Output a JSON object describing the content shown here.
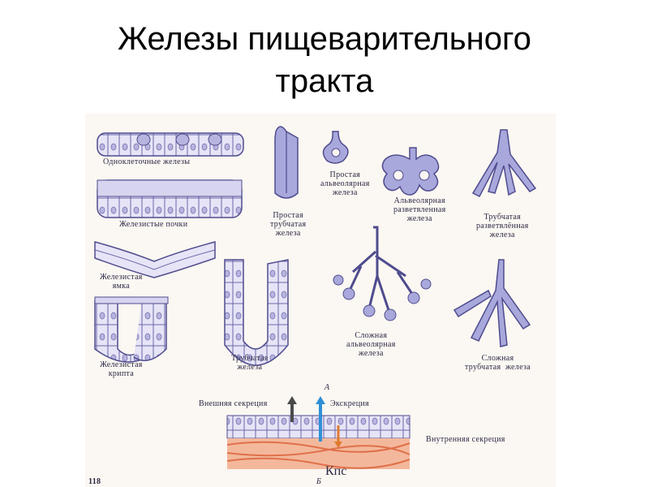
{
  "slide": {
    "title_line1": "Железы пищеварительного",
    "title_line2": "тракта"
  },
  "figure": {
    "labels": {
      "unicellular": "Одноклеточные железы",
      "glandular_buds": "Железистые почки",
      "glandular_pit": "Железистая\nямка",
      "glandular_crypt": "Железистая\nкрипта",
      "simple_tubular": "Простая\nтрубчатая\nжелеза",
      "simple_alveolar": "Простая\nальвеолярная\nжелеза",
      "branched_alveolar": "Альвеолярная\nразветвленная\nжелеза",
      "branched_tubular": "Трубчатая\nразветвлённая\nжелеза",
      "complex_alveolar": "Сложная\nальвеолярная\nжелеза",
      "complex_tubular": "Сложная\nтрубчатая  железа",
      "tubular_gland": "Трубчатая\nжелеза",
      "panel_a": "А",
      "panel_b": "Б",
      "external_secretion": "Внешняя секреция",
      "excretion": "Экскреция",
      "internal_secretion": "Внутренняя секреция",
      "kps": "Кпс",
      "page_number": "118"
    }
  },
  "colors": {
    "gland_fill": "#a9a8dc",
    "gland_stroke": "#4f4c8e",
    "cell_fill": "#e6e4f6",
    "connective": "#ee9a78",
    "arrow_dark": "#4a4a4a",
    "arrow_blue": "#2f8fd6",
    "arrow_orange": "#e07a2e"
  }
}
